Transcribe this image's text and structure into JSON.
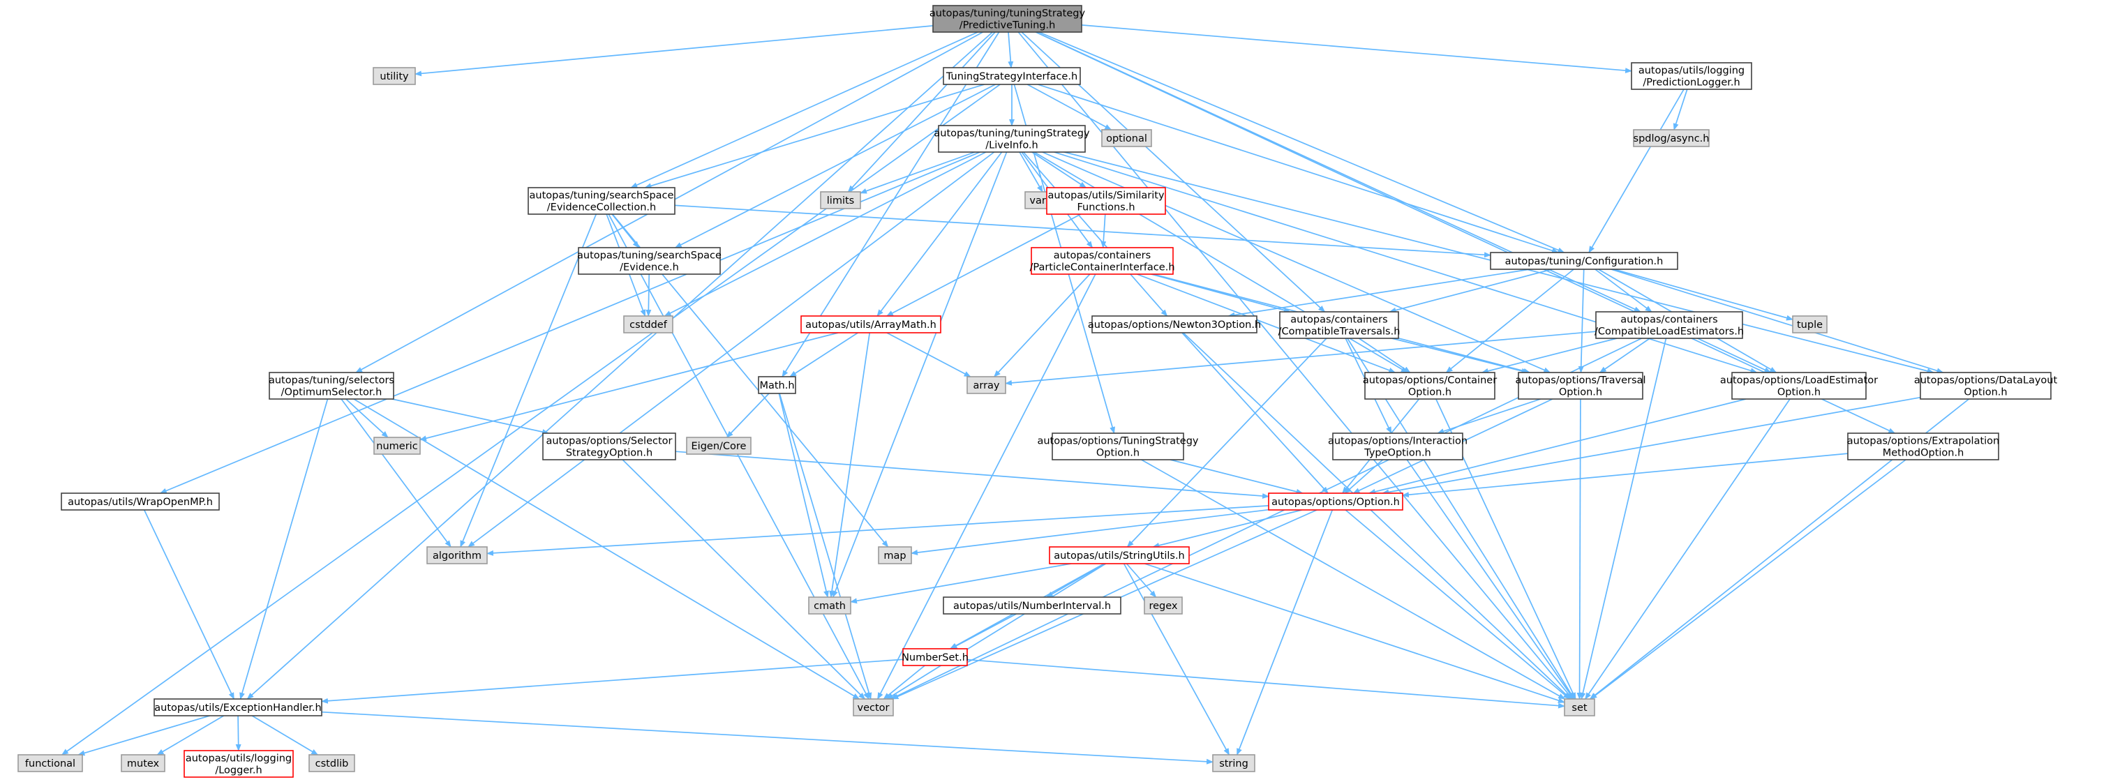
{
  "colors": {
    "edge": "#63b8ff",
    "node_border": "#404040",
    "node_fill": "#ffffff",
    "system_fill": "#e0e0e0",
    "system_border": "#999999",
    "root_fill": "#999999",
    "incomplete_border": "#ff0000"
  },
  "nodes": [
    {
      "id": "root",
      "lines": [
        "autopas/tuning/tuningStrategy",
        "/PredictiveTuning.h"
      ],
      "kind": "root"
    },
    {
      "id": "utility",
      "lines": [
        "utility"
      ],
      "kind": "system"
    },
    {
      "id": "tsi",
      "lines": [
        "TuningStrategyInterface.h"
      ],
      "kind": "normal"
    },
    {
      "id": "predlogger",
      "lines": [
        "autopas/utils/logging",
        "/PredictionLogger.h"
      ],
      "kind": "normal"
    },
    {
      "id": "optional",
      "lines": [
        "optional"
      ],
      "kind": "system"
    },
    {
      "id": "spdlog",
      "lines": [
        "spdlog/async.h"
      ],
      "kind": "system"
    },
    {
      "id": "liveinfo",
      "lines": [
        "autopas/tuning/tuningStrategy",
        "/LiveInfo.h"
      ],
      "kind": "normal"
    },
    {
      "id": "evcoll",
      "lines": [
        "autopas/tuning/searchSpace",
        "/EvidenceCollection.h"
      ],
      "kind": "normal"
    },
    {
      "id": "limits",
      "lines": [
        "limits"
      ],
      "kind": "system"
    },
    {
      "id": "variant",
      "lines": [
        "variant"
      ],
      "kind": "system"
    },
    {
      "id": "simfunc",
      "lines": [
        "autopas/utils/Similarity",
        "Functions.h"
      ],
      "kind": "incomplete"
    },
    {
      "id": "evidence",
      "lines": [
        "autopas/tuning/searchSpace",
        "/Evidence.h"
      ],
      "kind": "normal"
    },
    {
      "id": "pci",
      "lines": [
        "autopas/containers",
        "/ParticleContainerInterface.h"
      ],
      "kind": "incomplete"
    },
    {
      "id": "config",
      "lines": [
        "autopas/tuning/Configuration.h"
      ],
      "kind": "normal"
    },
    {
      "id": "cstddef",
      "lines": [
        "cstddef"
      ],
      "kind": "system"
    },
    {
      "id": "arraymath",
      "lines": [
        "autopas/utils/ArrayMath.h"
      ],
      "kind": "incomplete"
    },
    {
      "id": "newton3",
      "lines": [
        "autopas/options/Newton3Option.h"
      ],
      "kind": "normal"
    },
    {
      "id": "comptrav",
      "lines": [
        "autopas/containers",
        "/CompatibleTraversals.h"
      ],
      "kind": "normal"
    },
    {
      "id": "complest",
      "lines": [
        "autopas/containers",
        "/CompatibleLoadEstimators.h"
      ],
      "kind": "normal"
    },
    {
      "id": "tuple",
      "lines": [
        "tuple"
      ],
      "kind": "system"
    },
    {
      "id": "optsel",
      "lines": [
        "autopas/tuning/selectors",
        "/OptimumSelector.h"
      ],
      "kind": "normal"
    },
    {
      "id": "math",
      "lines": [
        "Math.h"
      ],
      "kind": "normal"
    },
    {
      "id": "array",
      "lines": [
        "array"
      ],
      "kind": "system"
    },
    {
      "id": "contopt",
      "lines": [
        "autopas/options/Container",
        "Option.h"
      ],
      "kind": "normal"
    },
    {
      "id": "travopt",
      "lines": [
        "autopas/options/Traversal",
        "Option.h"
      ],
      "kind": "normal"
    },
    {
      "id": "loadest",
      "lines": [
        "autopas/options/LoadEstimator",
        "Option.h"
      ],
      "kind": "normal"
    },
    {
      "id": "dlopt",
      "lines": [
        "autopas/options/DataLayout",
        "Option.h"
      ],
      "kind": "normal"
    },
    {
      "id": "numeric",
      "lines": [
        "numeric"
      ],
      "kind": "system"
    },
    {
      "id": "eigen",
      "lines": [
        "Eigen/Core"
      ],
      "kind": "system"
    },
    {
      "id": "selstrat",
      "lines": [
        "autopas/options/Selector",
        "StrategyOption.h"
      ],
      "kind": "normal"
    },
    {
      "id": "tsopt",
      "lines": [
        "autopas/options/TuningStrategy",
        "Option.h"
      ],
      "kind": "normal"
    },
    {
      "id": "interopt",
      "lines": [
        "autopas/options/Interaction",
        "TypeOption.h"
      ],
      "kind": "normal"
    },
    {
      "id": "extrap",
      "lines": [
        "autopas/options/Extrapolation",
        "MethodOption.h"
      ],
      "kind": "normal"
    },
    {
      "id": "wrapomp",
      "lines": [
        "autopas/utils/WrapOpenMP.h"
      ],
      "kind": "normal"
    },
    {
      "id": "option",
      "lines": [
        "autopas/options/Option.h"
      ],
      "kind": "incomplete"
    },
    {
      "id": "algorithm",
      "lines": [
        "algorithm"
      ],
      "kind": "system"
    },
    {
      "id": "map",
      "lines": [
        "map"
      ],
      "kind": "system"
    },
    {
      "id": "strutils",
      "lines": [
        "autopas/utils/StringUtils.h"
      ],
      "kind": "incomplete"
    },
    {
      "id": "cmath",
      "lines": [
        "cmath"
      ],
      "kind": "system"
    },
    {
      "id": "regex",
      "lines": [
        "regex"
      ],
      "kind": "system"
    },
    {
      "id": "numint",
      "lines": [
        "autopas/utils/NumberInterval.h"
      ],
      "kind": "normal"
    },
    {
      "id": "numset",
      "lines": [
        "NumberSet.h"
      ],
      "kind": "incomplete"
    },
    {
      "id": "exch",
      "lines": [
        "autopas/utils/ExceptionHandler.h"
      ],
      "kind": "normal"
    },
    {
      "id": "vector",
      "lines": [
        "vector"
      ],
      "kind": "system"
    },
    {
      "id": "set",
      "lines": [
        "set"
      ],
      "kind": "system"
    },
    {
      "id": "functional",
      "lines": [
        "functional"
      ],
      "kind": "system"
    },
    {
      "id": "mutex",
      "lines": [
        "mutex"
      ],
      "kind": "system"
    },
    {
      "id": "logger",
      "lines": [
        "autopas/utils/logging",
        "/Logger.h"
      ],
      "kind": "incomplete"
    },
    {
      "id": "cstdlib",
      "lines": [
        "cstdlib"
      ],
      "kind": "system"
    },
    {
      "id": "string",
      "lines": [
        "string"
      ],
      "kind": "system"
    }
  ],
  "edges": [
    [
      "root",
      "utility"
    ],
    [
      "root",
      "tsi"
    ],
    [
      "root",
      "predlogger"
    ],
    [
      "root",
      "evcoll"
    ],
    [
      "root",
      "limits"
    ],
    [
      "root",
      "math"
    ],
    [
      "root",
      "config"
    ],
    [
      "root",
      "comptrav"
    ],
    [
      "root",
      "complest"
    ],
    [
      "root",
      "optsel"
    ],
    [
      "root",
      "extrap"
    ],
    [
      "root",
      "exch"
    ],
    [
      "root",
      "set"
    ],
    [
      "tsi",
      "liveinfo"
    ],
    [
      "tsi",
      "optional"
    ],
    [
      "tsi",
      "evcoll"
    ],
    [
      "tsi",
      "evidence"
    ],
    [
      "tsi",
      "config"
    ],
    [
      "tsi",
      "functional"
    ],
    [
      "tsi",
      "tsopt"
    ],
    [
      "predlogger",
      "spdlog"
    ],
    [
      "predlogger",
      "config"
    ],
    [
      "liveinfo",
      "limits"
    ],
    [
      "liveinfo",
      "variant"
    ],
    [
      "liveinfo",
      "simfunc"
    ],
    [
      "liveinfo",
      "pci"
    ],
    [
      "liveinfo",
      "cstddef"
    ],
    [
      "liveinfo",
      "arraymath"
    ],
    [
      "liveinfo",
      "newton3"
    ],
    [
      "liveinfo",
      "contopt"
    ],
    [
      "liveinfo",
      "travopt"
    ],
    [
      "liveinfo",
      "loadest"
    ],
    [
      "liveinfo",
      "dlopt"
    ],
    [
      "liveinfo",
      "algorithm"
    ],
    [
      "liveinfo",
      "cmath"
    ],
    [
      "liveinfo",
      "wrapomp"
    ],
    [
      "simfunc",
      "arraymath"
    ],
    [
      "simfunc",
      "pci"
    ],
    [
      "evcoll",
      "evidence"
    ],
    [
      "evcoll",
      "cstddef"
    ],
    [
      "evcoll",
      "config"
    ],
    [
      "evcoll",
      "algorithm"
    ],
    [
      "evcoll",
      "map"
    ],
    [
      "evcoll",
      "vector"
    ],
    [
      "evidence",
      "cstddef"
    ],
    [
      "pci",
      "comptrav"
    ],
    [
      "pci",
      "contopt"
    ],
    [
      "pci",
      "array"
    ],
    [
      "pci",
      "vector"
    ],
    [
      "pci",
      "travopt"
    ],
    [
      "config",
      "newton3"
    ],
    [
      "config",
      "comptrav"
    ],
    [
      "config",
      "complest"
    ],
    [
      "config",
      "tuple"
    ],
    [
      "config",
      "contopt"
    ],
    [
      "config",
      "travopt"
    ],
    [
      "config",
      "loadest"
    ],
    [
      "config",
      "dlopt"
    ],
    [
      "arraymath",
      "math"
    ],
    [
      "arraymath",
      "array"
    ],
    [
      "arraymath",
      "numeric"
    ],
    [
      "arraymath",
      "cmath"
    ],
    [
      "newton3",
      "option"
    ],
    [
      "newton3",
      "set"
    ],
    [
      "comptrav",
      "contopt"
    ],
    [
      "comptrav",
      "travopt"
    ],
    [
      "comptrav",
      "interopt"
    ],
    [
      "comptrav",
      "set"
    ],
    [
      "comptrav",
      "strutils"
    ],
    [
      "complest",
      "contopt"
    ],
    [
      "complest",
      "travopt"
    ],
    [
      "complest",
      "loadest"
    ],
    [
      "complest",
      "array"
    ],
    [
      "complest",
      "set"
    ],
    [
      "complest",
      "vector"
    ],
    [
      "optsel",
      "numeric"
    ],
    [
      "optsel",
      "algorithm"
    ],
    [
      "optsel",
      "selstrat"
    ],
    [
      "optsel",
      "exch"
    ],
    [
      "optsel",
      "vector"
    ],
    [
      "math",
      "eigen"
    ],
    [
      "math",
      "cmath"
    ],
    [
      "math",
      "vector"
    ],
    [
      "contopt",
      "option"
    ],
    [
      "contopt",
      "set"
    ],
    [
      "travopt",
      "option"
    ],
    [
      "travopt",
      "set"
    ],
    [
      "travopt",
      "interopt"
    ],
    [
      "loadest",
      "option"
    ],
    [
      "loadest",
      "set"
    ],
    [
      "dlopt",
      "option"
    ],
    [
      "dlopt",
      "set"
    ],
    [
      "selstrat",
      "option"
    ],
    [
      "selstrat",
      "vector"
    ],
    [
      "tsopt",
      "option"
    ],
    [
      "tsopt",
      "set"
    ],
    [
      "interopt",
      "option"
    ],
    [
      "interopt",
      "set"
    ],
    [
      "extrap",
      "option"
    ],
    [
      "extrap",
      "set"
    ],
    [
      "wrapomp",
      "exch"
    ],
    [
      "option",
      "algorithm"
    ],
    [
      "option",
      "map"
    ],
    [
      "option",
      "strutils"
    ],
    [
      "option",
      "set"
    ],
    [
      "option",
      "string"
    ],
    [
      "option",
      "vector"
    ],
    [
      "strutils",
      "cmath"
    ],
    [
      "strutils",
      "regex"
    ],
    [
      "strutils",
      "numint"
    ],
    [
      "strutils",
      "numset"
    ],
    [
      "strutils",
      "set"
    ],
    [
      "strutils",
      "string"
    ],
    [
      "strutils",
      "vector"
    ],
    [
      "numint",
      "numset"
    ],
    [
      "numset",
      "exch"
    ],
    [
      "numset",
      "set"
    ],
    [
      "numset",
      "vector"
    ],
    [
      "exch",
      "functional"
    ],
    [
      "exch",
      "mutex"
    ],
    [
      "exch",
      "logger"
    ],
    [
      "exch",
      "cstdlib"
    ],
    [
      "exch",
      "string"
    ]
  ]
}
